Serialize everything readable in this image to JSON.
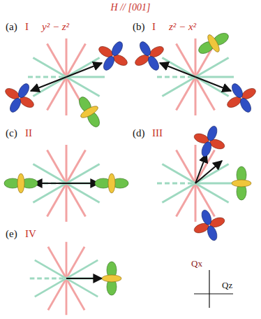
{
  "diagram": {
    "title": "H // [001]",
    "labels": [
      "(a)",
      "I",
      "y² − z²",
      "(b)",
      "I",
      "z² − x²",
      "(c)",
      "II",
      "(d)",
      "III",
      "(e)",
      "IV",
      "Qx",
      "Qz"
    ]
  }
}
